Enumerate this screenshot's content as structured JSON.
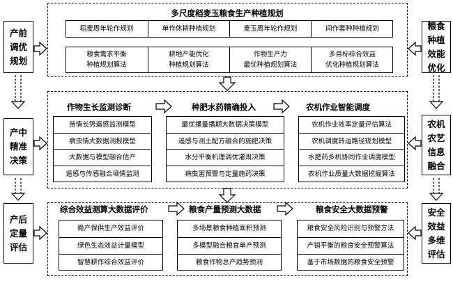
{
  "left_stages": [
    "产前\n调优\n规划",
    "产中\n精准\n决策",
    "产后\n定量\n评估"
  ],
  "right_stages": [
    "粮食\n种植\n效能\n优化",
    "农机\n农艺\n信息\n融合",
    "安全\n效益\n多维\n评估"
  ],
  "section1": {
    "title": "多尺度稻麦玉粮食生产种植规划",
    "row1": [
      "稻麦周年轮作规划",
      "单作休耕种植规划",
      "麦玉周年轮作规划",
      "间作套种种植规划"
    ],
    "row2": [
      "粮食需求平衡\n种植规划算法",
      "耕地产能优化\n种植规划算法",
      "作物生产力\n最优种植规划算法",
      "多目标综合效益\n优化种植规划算法"
    ]
  },
  "section2": {
    "titles": [
      "作物生长监测诊断",
      "种肥水药精确投入",
      "农机作业智能调度"
    ],
    "col1": [
      "苗情长势遥感监测模型",
      "病虫情大数据测报模型",
      "大数据与模型融合估产",
      "遥感与传感融合墒情监测"
    ],
    "col2": [
      "最优播量播期大数据决策模型",
      "遥感与测土配方融合的施肥决策",
      "水分平衡机理调优灌溉决策",
      "病虫害预警与定量施药决策"
    ],
    "col3": [
      "农机作业效率定量评估算法",
      "农机调度转运路径规划模型",
      "水肥药多机协同作业调度模型",
      "农机作业质量大数据挖掘算法"
    ]
  },
  "section3": {
    "titles": [
      "综合效益测算大数据评价",
      "粮食产量预测大数据",
      "粮食安全大数据预警"
    ],
    "col1": [
      "稳产保供生产效益评价",
      "绿色生态效益计量模型",
      "智慧耕作综合效益评价"
    ],
    "col2": [
      "多场景粮食种植面积预测",
      "多模型融合粮食单产预测",
      "粮食作物总产趋势预测"
    ],
    "col3": [
      "粮食安全风险识别与预警方法",
      "产销平衡的粮食安全预警算法",
      "基于市场数据的粮食安全预警"
    ]
  }
}
